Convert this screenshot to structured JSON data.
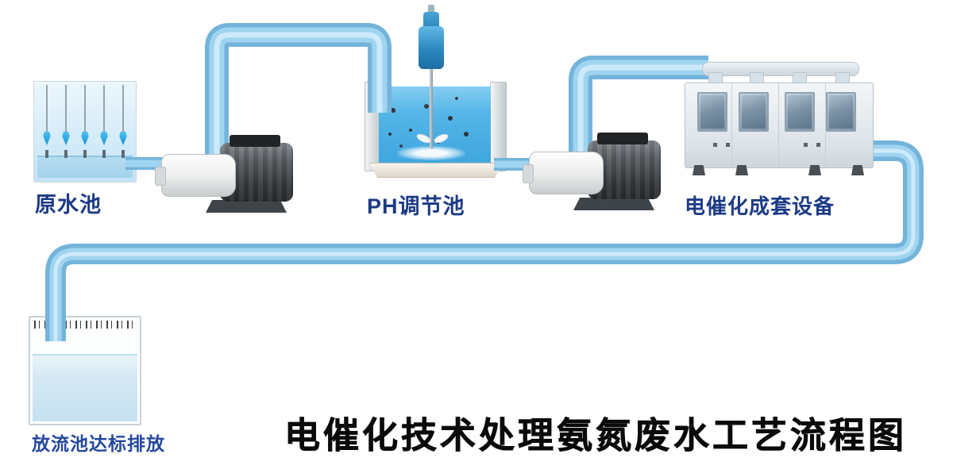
{
  "title": "电催化技术处理氨氮废水工艺流程图",
  "nodes": {
    "raw_water_tank": {
      "label": "原水池"
    },
    "ph_tank": {
      "label": "PH调节池"
    },
    "electrocatalytic_unit": {
      "label": "电催化成套设备"
    },
    "discharge_tank": {
      "label": "放流池达标排放"
    }
  },
  "colors": {
    "pipe_base": "#74b4da",
    "pipe_mid": "#9fd4f0",
    "pipe_highlight": "#cdeafa",
    "ph_water": "#4fb2e5",
    "light_water": "#cfe6f3",
    "label_text": "#1d3a85",
    "title_text": "#0a0a0a"
  }
}
